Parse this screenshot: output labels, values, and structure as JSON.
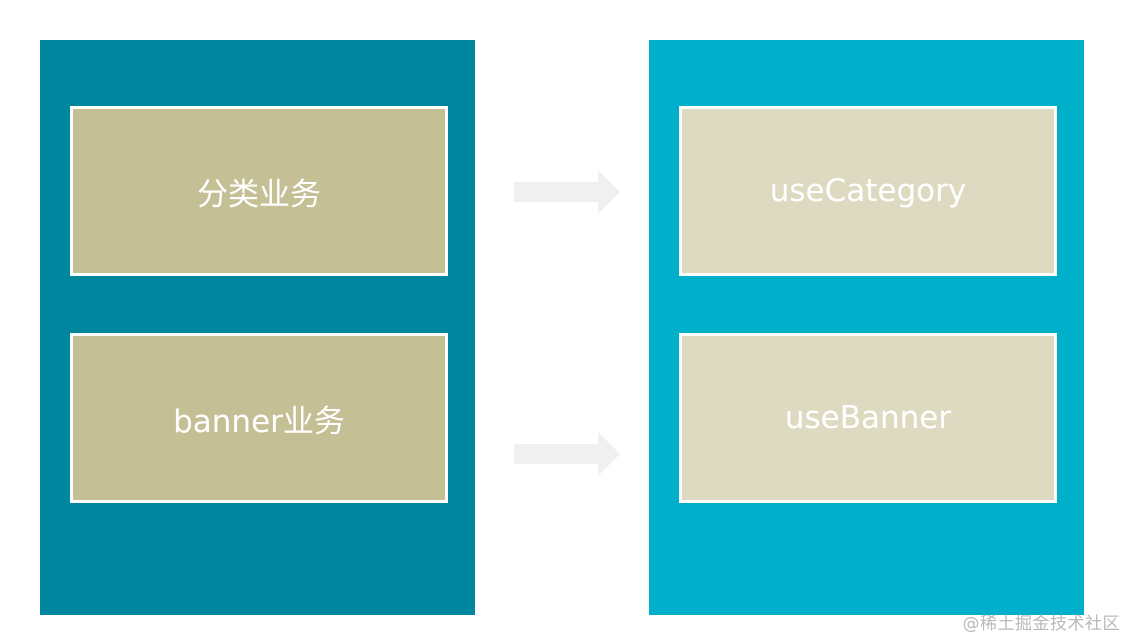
{
  "diagram": {
    "left_panel": {
      "boxes": [
        {
          "label": "分类业务"
        },
        {
          "label": "banner业务"
        }
      ]
    },
    "right_panel": {
      "boxes": [
        {
          "label": "useCategory"
        },
        {
          "label": "useBanner"
        }
      ]
    },
    "arrows": [
      {
        "from": "分类业务",
        "to": "useCategory"
      },
      {
        "from": "banner业务",
        "to": "useBanner"
      }
    ]
  },
  "colors": {
    "left_panel_bg": "#00869f",
    "right_panel_bg": "#00afc9",
    "left_box_bg": "#c5bf96",
    "right_box_bg": "#dedac1",
    "arrow_fill": "#f0f0f0"
  },
  "watermark": {
    "text": "@稀土掘金技术社区"
  }
}
